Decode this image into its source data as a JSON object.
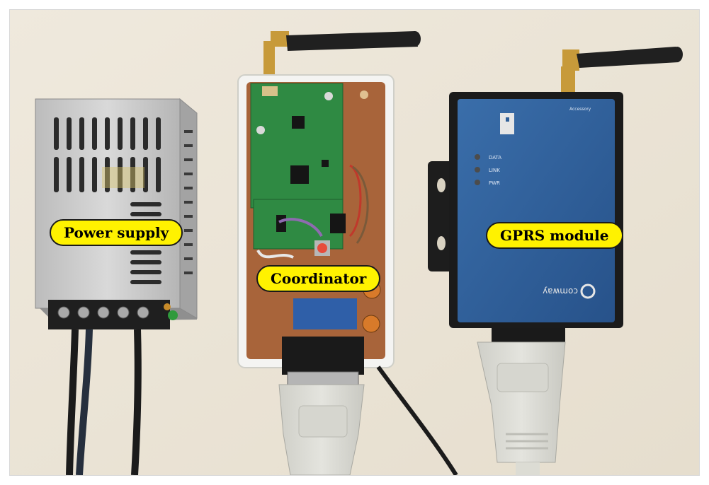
{
  "labels": {
    "power_supply": "Power supply",
    "coordinator": "Coordinator",
    "gprs_module": "GPRS module"
  },
  "device_text": {
    "gprs_leds": [
      "DATA",
      "LINK",
      "PWR"
    ],
    "gprs_brand": "comway",
    "gprs_top": "Accessory"
  },
  "colors": {
    "label_fill": "#fff200",
    "background": "#ece5d7",
    "gprs_case": "#2f5f99",
    "pcb_green": "#2f8a43",
    "pcb_brown": "#a8643a"
  }
}
